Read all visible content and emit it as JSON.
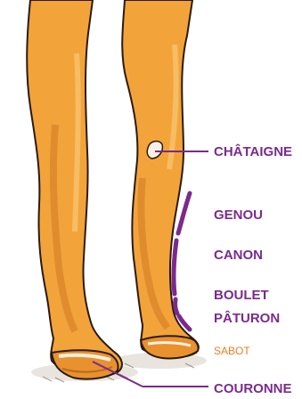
{
  "colors": {
    "accent": "#7b2a8c",
    "hoof_label": "#ee7d1e",
    "coat": "#f2a43a",
    "coat_shadow": "#d9812a",
    "outline": "#2b1a10",
    "chestnut": "#f7f1e3"
  },
  "labels": {
    "chataigne": "CHÂTAIGNE",
    "genou": "GENOU",
    "canon": "CANON",
    "boulet": "BOULET",
    "paturon": "PÂTURON",
    "sabot": "SABOT",
    "couronne": "COURONNE"
  }
}
